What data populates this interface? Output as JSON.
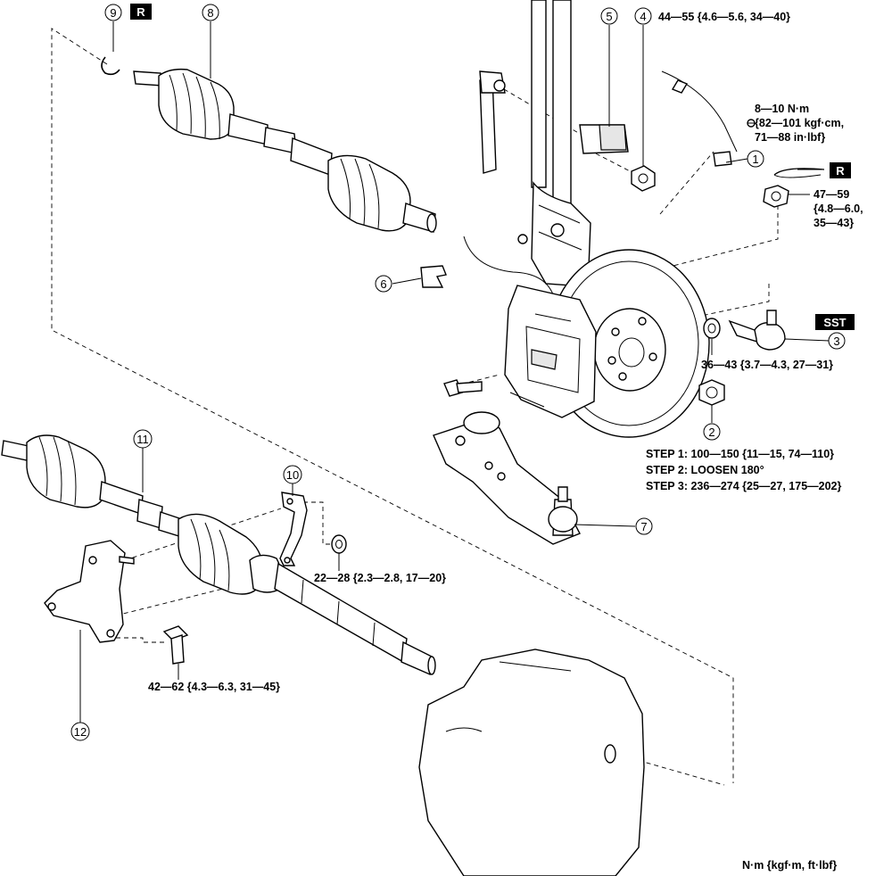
{
  "callouts": {
    "c1": "1",
    "c2": "2",
    "c3": "3",
    "c4": "4",
    "c5": "5",
    "c6": "6",
    "c7": "7",
    "c8": "8",
    "c9": "9",
    "c10": "10",
    "c11": "11",
    "c12": "12"
  },
  "badges": {
    "replace_top": "R",
    "replace_right": "R",
    "special_tool": "SST"
  },
  "torque": {
    "item4": "44—55 {4.6—5.6, 34—40}",
    "sensor_bolt_line1": "8—10 N·m",
    "sensor_bolt_line2": "{82—101 kgf·cm,",
    "sensor_bolt_line3": "71—88 in·lbf}",
    "nut_47_line1": "47—59",
    "nut_47_line2": "{4.8—6.0,",
    "nut_47_line3": "35—43}",
    "item3": "36—43 {3.7—4.3, 27—31}",
    "step1": "STEP 1: 100—150 {11—15, 74—110}",
    "step2": "STEP 2: LOOSEN 180°",
    "step3": "STEP 3: 236—274 {25—27, 175—202}",
    "bracket_nut": "22—28 {2.3—2.8, 17—20}",
    "bracket_bolt": "42—62 {4.3—6.3, 31—45}"
  },
  "units_note": "N·m {kgf·m, ft·lbf}"
}
